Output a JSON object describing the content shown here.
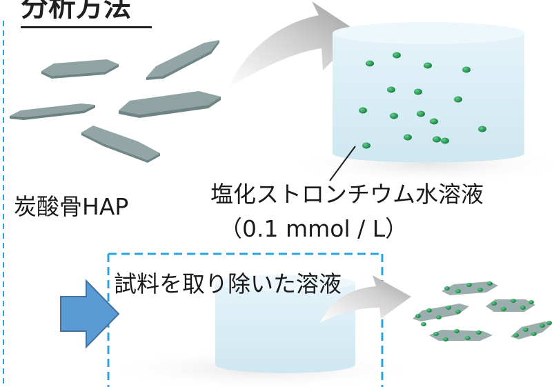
{
  "title": "分析方法",
  "labels": {
    "sample": "炭酸骨HAP",
    "solution": "塩化ストロンチウム水溶液",
    "concentration": "（0.1 mmol / L）",
    "filtrate": "試料を取り除いた溶液"
  },
  "colors": {
    "crystal": "#8fa3a3",
    "crystal_dark": "#6f8585",
    "liquid": "#d6ecf5",
    "liquid_top": "#e8f5fa",
    "ion": "#1e9a52",
    "arrow_gray": "#b9b9b9",
    "block_arrow": "#5b9bd5",
    "block_arrow_border": "#41719c",
    "dash_frame": "#2aa4df",
    "text": "#1a1a1a"
  },
  "icons": [
    "hap-crystal-icon",
    "beaker-icon",
    "strontium-ion-icon",
    "curved-arrow-icon",
    "block-arrow-icon"
  ]
}
